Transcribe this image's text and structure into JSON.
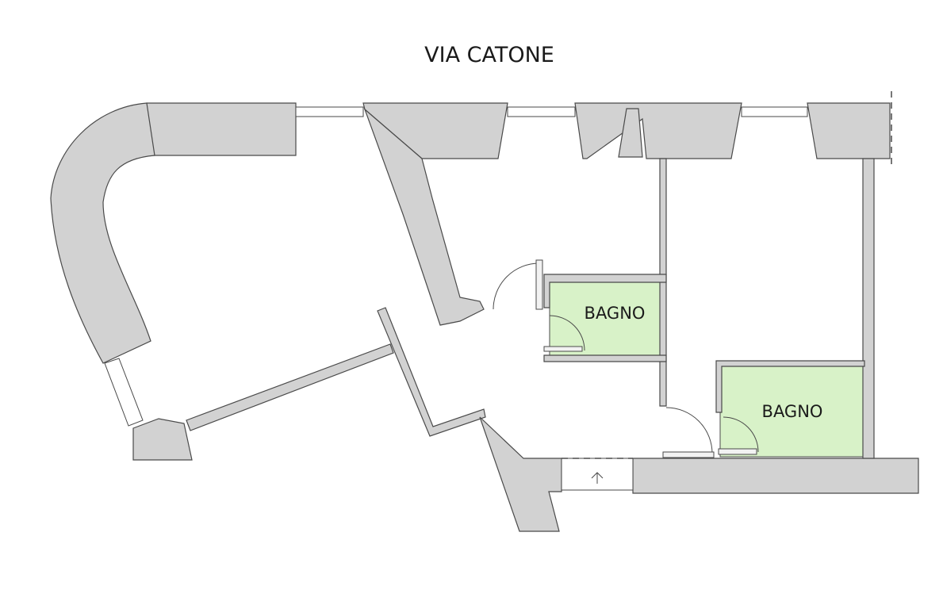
{
  "street_name": "VIA CATONE",
  "rooms": [
    {
      "label": "BAGNO"
    },
    {
      "label": "BAGNO"
    }
  ],
  "colors": {
    "wall": "#d2d2d2",
    "line": "#4a4a4a",
    "bathroom_fill": "#d8f2c8"
  },
  "icons": {
    "entrance": "arrow-up-icon"
  }
}
